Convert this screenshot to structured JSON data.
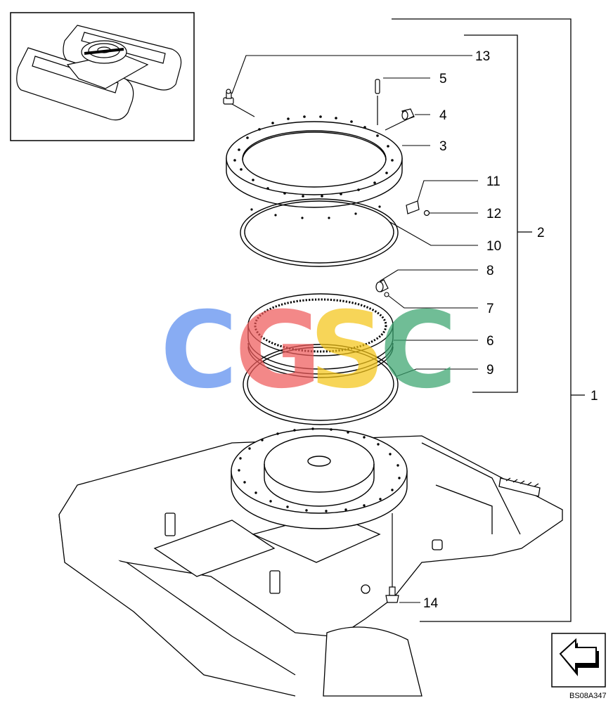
{
  "diagram": {
    "callouts": [
      {
        "id": "c1",
        "label": "1"
      },
      {
        "id": "c2",
        "label": "2"
      },
      {
        "id": "c3",
        "label": "3"
      },
      {
        "id": "c4",
        "label": "4"
      },
      {
        "id": "c5",
        "label": "5"
      },
      {
        "id": "c6",
        "label": "6"
      },
      {
        "id": "c7",
        "label": "7"
      },
      {
        "id": "c8",
        "label": "8"
      },
      {
        "id": "c9",
        "label": "9"
      },
      {
        "id": "c10",
        "label": "10"
      },
      {
        "id": "c11",
        "label": "11"
      },
      {
        "id": "c12",
        "label": "12"
      },
      {
        "id": "c13",
        "label": "13"
      },
      {
        "id": "c14",
        "label": "14"
      }
    ],
    "drawing_code": "BS08A347",
    "watermark": {
      "letters": [
        "C",
        "G",
        "S",
        "C"
      ],
      "colors": [
        "#5b8def",
        "#ef5b5b",
        "#f5c518",
        "#3aa46f"
      ]
    },
    "navigation_icon": "next-page-arrow-icon"
  }
}
